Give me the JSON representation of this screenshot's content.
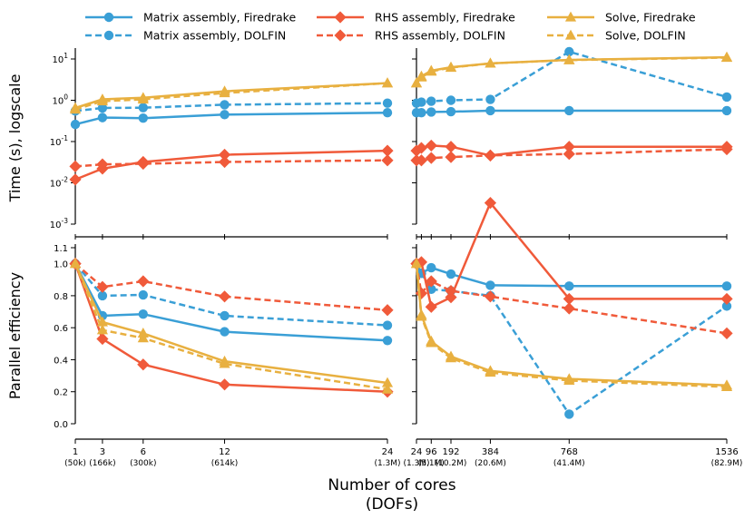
{
  "figure": {
    "xlabel_line1": "Number of cores",
    "xlabel_line2": "(DOFs)"
  },
  "legend": [
    {
      "label": "Matrix assembly, Firedrake",
      "color": "#3a9fd6",
      "dashed": false,
      "marker": "circle"
    },
    {
      "label": "Matrix assembly, DOLFIN",
      "color": "#3a9fd6",
      "dashed": true,
      "marker": "circle"
    },
    {
      "label": "RHS assembly, Firedrake",
      "color": "#f05a3a",
      "dashed": false,
      "marker": "diamond"
    },
    {
      "label": "RHS assembly, DOLFIN",
      "color": "#f05a3a",
      "dashed": true,
      "marker": "diamond"
    },
    {
      "label": "Solve, Firedrake",
      "color": "#e8b040",
      "dashed": false,
      "marker": "triangle"
    },
    {
      "label": "Solve, DOLFIN",
      "color": "#e8b040",
      "dashed": true,
      "marker": "triangle"
    }
  ],
  "chart_data": [
    {
      "type": "line",
      "panel": "top-left",
      "ylabel": "Time (s), logscale",
      "yscale": "log",
      "ylim": [
        0.001,
        15
      ],
      "xlim": [
        1,
        24
      ],
      "x": [
        1,
        3,
        6,
        12,
        24
      ],
      "yticks": [
        {
          "base": "10",
          "exp": "1",
          "v": 10
        },
        {
          "base": "10",
          "exp": "0",
          "v": 1
        },
        {
          "base": "10",
          "exp": "-1",
          "v": 0.1
        },
        {
          "base": "10",
          "exp": "-2",
          "v": 0.01
        },
        {
          "base": "10",
          "exp": "-3",
          "v": 0.001
        }
      ],
      "series": [
        {
          "name": "Matrix assembly, Firedrake",
          "values": [
            0.26,
            0.38,
            0.37,
            0.45,
            0.5
          ]
        },
        {
          "name": "Matrix assembly, DOLFIN",
          "values": [
            0.55,
            0.65,
            0.66,
            0.78,
            0.85
          ]
        },
        {
          "name": "RHS assembly, Firedrake",
          "values": [
            0.012,
            0.022,
            0.032,
            0.048,
            0.06
          ]
        },
        {
          "name": "RHS assembly, DOLFIN",
          "values": [
            0.025,
            0.028,
            0.029,
            0.032,
            0.035
          ]
        },
        {
          "name": "Solve, Firedrake",
          "values": [
            0.65,
            1.05,
            1.15,
            1.65,
            2.6
          ]
        },
        {
          "name": "Solve, DOLFIN",
          "values": [
            0.6,
            0.95,
            1.05,
            1.5,
            2.6
          ]
        }
      ]
    },
    {
      "type": "line",
      "panel": "top-right",
      "yscale": "log",
      "ylim": [
        0.001,
        15
      ],
      "xlim": [
        24,
        1536
      ],
      "x": [
        24,
        48,
        96,
        192,
        384,
        768,
        1536
      ],
      "series": [
        {
          "name": "Matrix assembly, Firedrake",
          "values": [
            0.5,
            0.5,
            0.52,
            0.53,
            0.56,
            0.56,
            0.56
          ]
        },
        {
          "name": "Matrix assembly, DOLFIN",
          "values": [
            0.85,
            0.9,
            0.95,
            1.0,
            1.05,
            15.0,
            1.2
          ]
        },
        {
          "name": "RHS assembly, Firedrake",
          "values": [
            0.06,
            0.07,
            0.08,
            0.075,
            0.046,
            0.075,
            0.075
          ]
        },
        {
          "name": "RHS assembly, DOLFIN",
          "values": [
            0.035,
            0.035,
            0.04,
            0.042,
            0.046,
            0.05,
            0.065
          ]
        },
        {
          "name": "Solve, Firedrake",
          "values": [
            2.6,
            3.8,
            5.2,
            6.3,
            7.8,
            9.5,
            11.0
          ]
        },
        {
          "name": "Solve, DOLFIN",
          "values": [
            2.6,
            3.6,
            5.0,
            6.2,
            7.8,
            9.4,
            10.8
          ]
        }
      ]
    },
    {
      "type": "line",
      "panel": "bottom-left",
      "ylabel": "Parallel efficiency",
      "yscale": "linear",
      "ylim": [
        0.0,
        1.1
      ],
      "xlim": [
        1,
        24
      ],
      "x": [
        1,
        3,
        6,
        12,
        24
      ],
      "yticks": [
        {
          "label": "0.0",
          "v": 0.0
        },
        {
          "label": "0.2",
          "v": 0.2
        },
        {
          "label": "0.4",
          "v": 0.4
        },
        {
          "label": "0.6",
          "v": 0.6
        },
        {
          "label": "0.8",
          "v": 0.8
        },
        {
          "label": "1.0",
          "v": 1.0
        },
        {
          "label": "1.1",
          "v": 1.1
        }
      ],
      "xticks": [
        {
          "label": "1",
          "sub": "(50k)",
          "v": 1
        },
        {
          "label": "3",
          "sub": "(166k)",
          "v": 3
        },
        {
          "label": "6",
          "sub": "(300k)",
          "v": 6
        },
        {
          "label": "12",
          "sub": "(614k)",
          "v": 12
        },
        {
          "label": "24",
          "sub": "(1.3M)",
          "v": 24
        }
      ],
      "series": [
        {
          "name": "Matrix assembly, Firedrake",
          "values": [
            1.0,
            0.675,
            0.685,
            0.575,
            0.52
          ]
        },
        {
          "name": "Matrix assembly, DOLFIN",
          "values": [
            1.0,
            0.8,
            0.805,
            0.675,
            0.615
          ]
        },
        {
          "name": "RHS assembly, Firedrake",
          "values": [
            1.0,
            0.53,
            0.37,
            0.245,
            0.2
          ]
        },
        {
          "name": "RHS assembly, DOLFIN",
          "values": [
            1.0,
            0.855,
            0.89,
            0.795,
            0.71
          ]
        },
        {
          "name": "Solve, Firedrake",
          "values": [
            1.0,
            0.635,
            0.565,
            0.39,
            0.255
          ]
        },
        {
          "name": "Solve, DOLFIN",
          "values": [
            1.0,
            0.585,
            0.535,
            0.375,
            0.215
          ]
        }
      ]
    },
    {
      "type": "line",
      "panel": "bottom-right",
      "yscale": "linear",
      "ylim": [
        0.0,
        1.1
      ],
      "xlim": [
        24,
        1536
      ],
      "x": [
        24,
        48,
        96,
        192,
        384,
        768,
        1536
      ],
      "xticks": [
        {
          "label": "24",
          "sub": "(1.3M)",
          "v": 24
        },
        {
          "label": "96",
          "sub": "(5.1M)",
          "v": 96
        },
        {
          "label": "192",
          "sub": "(10.2M)",
          "v": 192
        },
        {
          "label": "384",
          "sub": "(20.6M)",
          "v": 384
        },
        {
          "label": "768",
          "sub": "(41.4M)",
          "v": 768
        },
        {
          "label": "1536",
          "sub": "(82.9M)",
          "v": 1536
        }
      ],
      "series": [
        {
          "name": "Matrix assembly, Firedrake",
          "values": [
            1.0,
            0.94,
            0.975,
            0.935,
            0.865,
            0.86,
            0.86
          ]
        },
        {
          "name": "Matrix assembly, DOLFIN",
          "values": [
            1.0,
            0.94,
            0.84,
            0.83,
            0.8,
            0.06,
            0.735
          ]
        },
        {
          "name": "RHS assembly, Firedrake",
          "values": [
            1.0,
            1.01,
            0.73,
            0.79,
            1.38,
            0.78,
            0.78
          ]
        },
        {
          "name": "RHS assembly, DOLFIN",
          "values": [
            1.0,
            0.815,
            0.89,
            0.83,
            0.795,
            0.72,
            0.565
          ]
        },
        {
          "name": "Solve, Firedrake",
          "values": [
            1.0,
            0.68,
            0.515,
            0.42,
            0.33,
            0.28,
            0.24
          ]
        },
        {
          "name": "Solve, DOLFIN",
          "values": [
            1.0,
            0.67,
            0.505,
            0.41,
            0.32,
            0.27,
            0.23
          ]
        }
      ]
    }
  ]
}
